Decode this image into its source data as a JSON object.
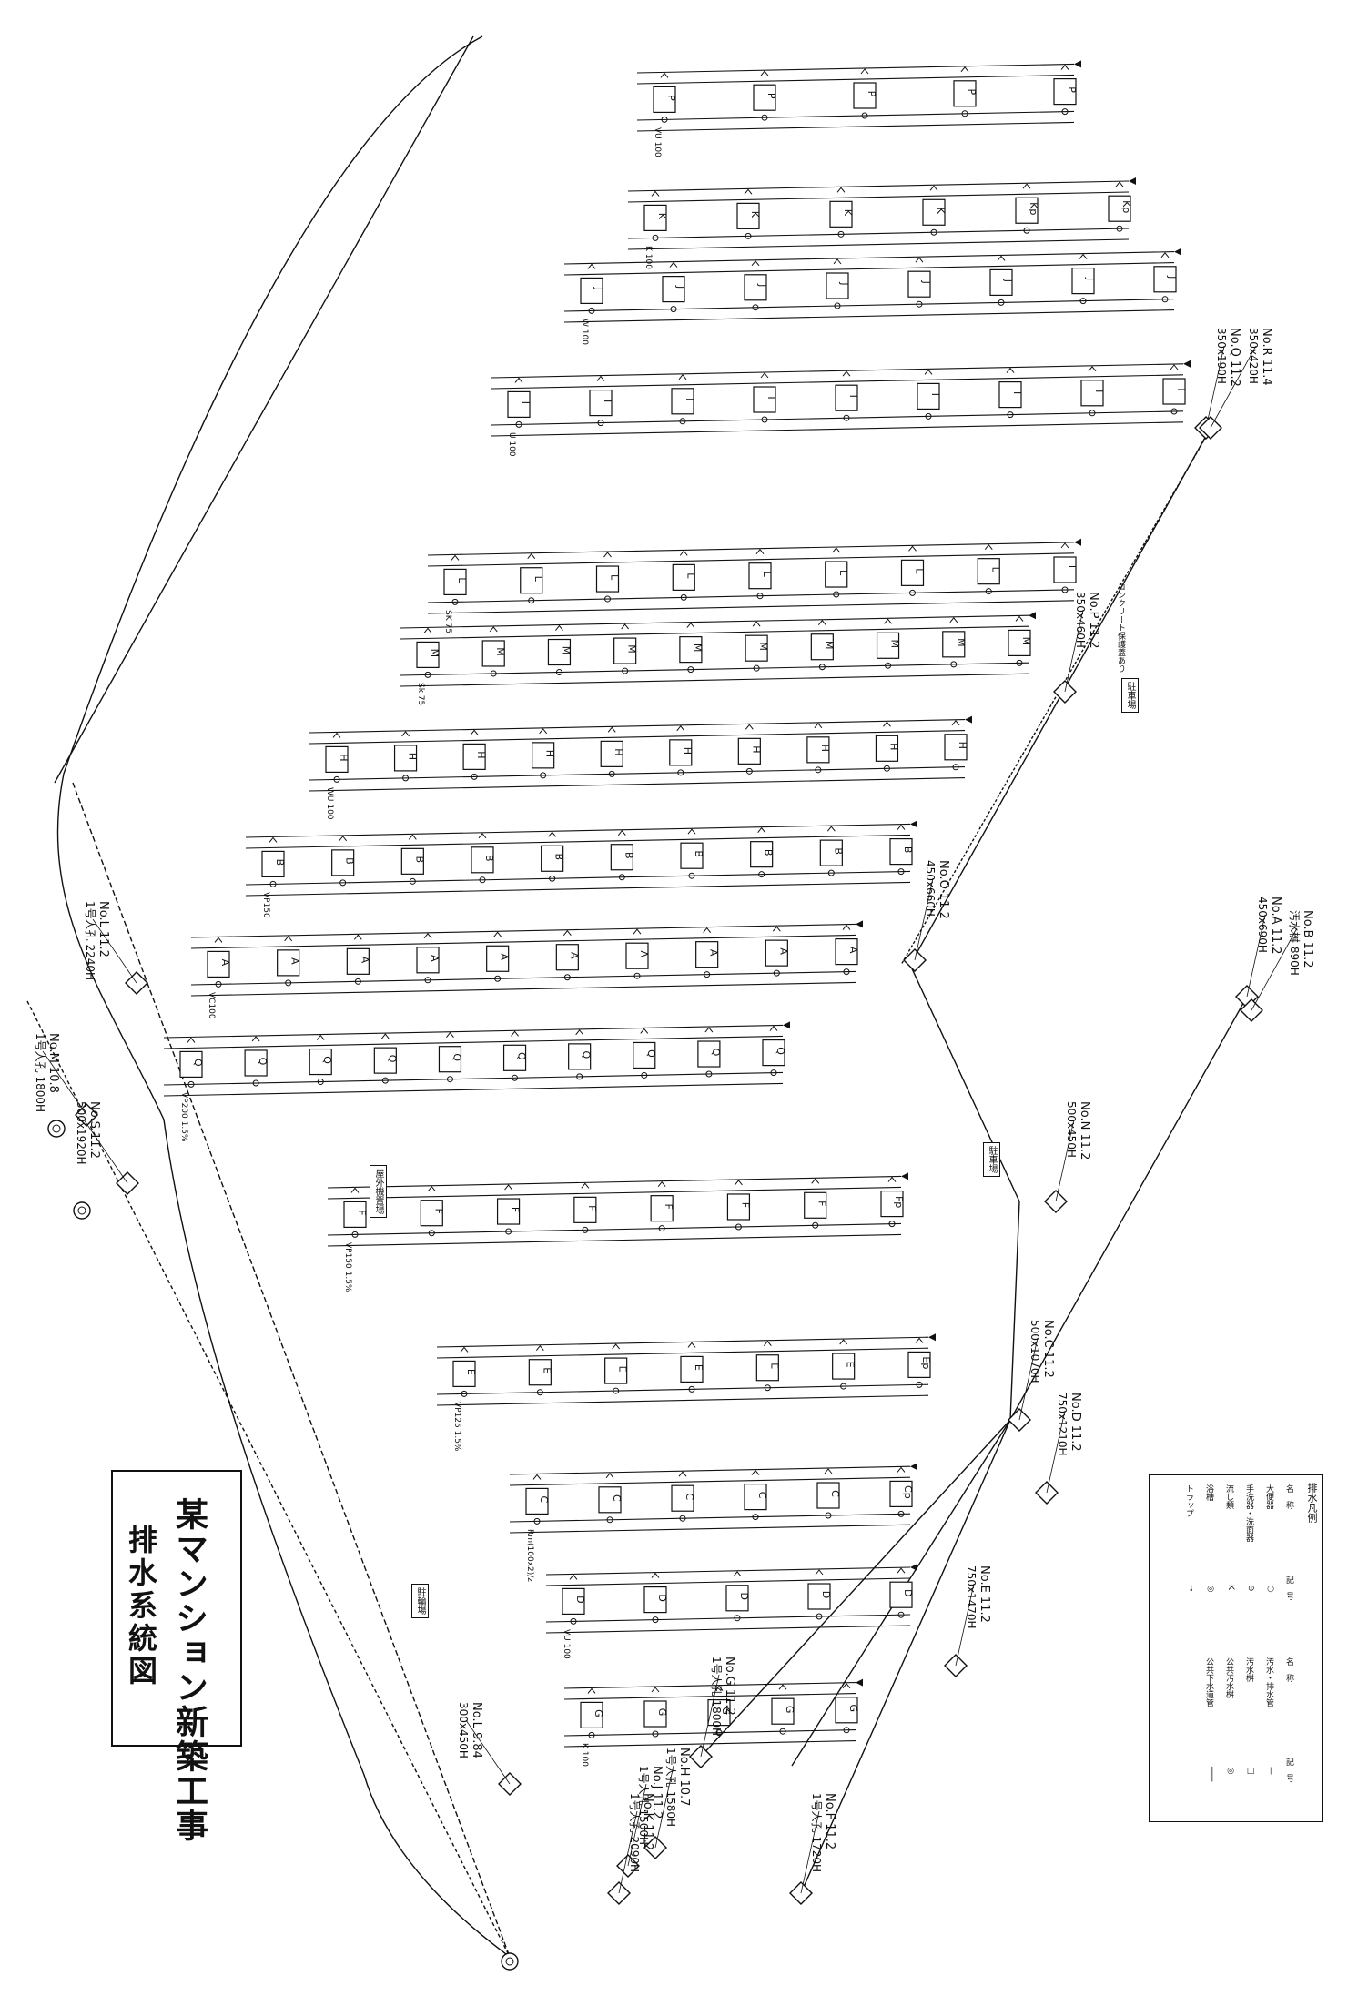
{
  "title": {
    "main": "某マンション新築工事",
    "sub": "排水系統図"
  },
  "legend": {
    "heading": "排水凡例",
    "col_headers": [
      "名　称",
      "記　号",
      "名　称",
      "記　号"
    ],
    "rows_left": [
      {
        "name": "大便器",
        "symbol": "○"
      },
      {
        "name": "手洗器・洗面器",
        "symbol": "⊖"
      },
      {
        "name": "流し類",
        "symbol": "K"
      },
      {
        "name": "浴槽",
        "symbol": "◎"
      },
      {
        "name": "トラップ",
        "symbol": "⊸"
      }
    ],
    "rows_right": [
      {
        "name": "汚水・排水管",
        "symbol": "—"
      },
      {
        "name": "汚水桝",
        "symbol": "□"
      },
      {
        "name": "公共汚水桝",
        "symbol": "◎"
      },
      {
        "name": "公共下水道管",
        "symbol": "═══"
      }
    ]
  },
  "area_labels": [
    "駐車場",
    "駐車場",
    "駐輪場",
    "コンクリート保護蓋あり",
    "屋外機置場"
  ],
  "manholes": [
    {
      "label": "No.M 10.8",
      "detail": "1号人孔 1800H"
    },
    {
      "label": "No.L 11.2",
      "detail": "1号人孔 2240H"
    },
    {
      "label": "No.S 11.2",
      "detail": "500x1920H"
    },
    {
      "label": "No.O 11.2",
      "detail": "450x660H"
    },
    {
      "label": "No.P 11.2",
      "detail": "350x460H"
    },
    {
      "label": "No.Q 11.2",
      "detail": "350x190H"
    },
    {
      "label": "No.R 11.4",
      "detail": "350x420H"
    },
    {
      "label": "No.A 11.2",
      "detail": "450x690H"
    },
    {
      "label": "No.B 11.2",
      "detail": "汚水桝 890H"
    },
    {
      "label": "No.N 11.2",
      "detail": "500x450H"
    },
    {
      "label": "No.C 11.2",
      "detail": "500x1070H"
    },
    {
      "label": "No.D 11.2",
      "detail": "750x1210H"
    },
    {
      "label": "No.E 11.2",
      "detail": "750x1470H"
    },
    {
      "label": "No.F 11.2",
      "detail": "1号人孔 1720H"
    },
    {
      "label": "No.G 11.2",
      "detail": "1号人孔 1800H"
    },
    {
      "label": "No.H 10.7",
      "detail": "1号人孔 1580H"
    },
    {
      "label": "No.J 11.2",
      "detail": "1号人孔 1500H"
    },
    {
      "label": "No.K 11.2",
      "detail": "1号人孔 2090H"
    },
    {
      "label": "No.L 9.84",
      "detail": "300x450H"
    }
  ],
  "unit_rows": [
    {
      "units": [
        "P",
        "P",
        "P",
        "P",
        "P"
      ]
    },
    {
      "units": [
        "K",
        "K",
        "K",
        "K",
        "Kp",
        "Kp"
      ]
    },
    {
      "units": [
        "J",
        "J",
        "J",
        "J",
        "J",
        "J",
        "J",
        "J"
      ]
    },
    {
      "units": [
        "I",
        "I",
        "I",
        "I",
        "I",
        "I",
        "I",
        "I",
        "I"
      ]
    },
    {
      "units": [
        "L",
        "L",
        "L",
        "L",
        "L",
        "L",
        "L",
        "L",
        "L"
      ]
    },
    {
      "units": [
        "M",
        "M",
        "M",
        "M",
        "M",
        "M",
        "M",
        "M",
        "M",
        "M"
      ]
    },
    {
      "units": [
        "H",
        "H",
        "H",
        "H",
        "H",
        "H",
        "H",
        "H",
        "H",
        "H"
      ]
    },
    {
      "units": [
        "B",
        "B",
        "B",
        "B",
        "B",
        "B",
        "B",
        "B",
        "B",
        "B"
      ]
    },
    {
      "units": [
        "A",
        "A",
        "A",
        "A",
        "A",
        "A",
        "A",
        "A",
        "A",
        "A"
      ]
    },
    {
      "units": [
        "Q",
        "Q",
        "Q",
        "Q",
        "Q",
        "Q",
        "Q",
        "Q",
        "Q",
        "Q"
      ]
    },
    {
      "units": [
        "F",
        "F",
        "F",
        "F",
        "F",
        "F",
        "F",
        "Fp"
      ]
    },
    {
      "units": [
        "E",
        "E",
        "E",
        "E",
        "E",
        "E",
        "Ep"
      ]
    },
    {
      "units": [
        "C",
        "C",
        "C",
        "C",
        "C",
        "Cp"
      ]
    },
    {
      "units": [
        "D",
        "D",
        "D",
        "D",
        "D"
      ]
    },
    {
      "units": [
        "G",
        "G",
        "G",
        "G",
        "G"
      ]
    }
  ],
  "pipe_tags": [
    "VU 100",
    "K 100",
    "W 100",
    "U 100",
    "SK 75",
    "Sk 75",
    "WU 100",
    "VP150",
    "VC100",
    "VP200 1.5%",
    "VP150 1.5%",
    "VP125 1.5%",
    "Rm(100x2)/z"
  ],
  "colors": {
    "ink": "#111111",
    "paper": "#ffffff"
  }
}
